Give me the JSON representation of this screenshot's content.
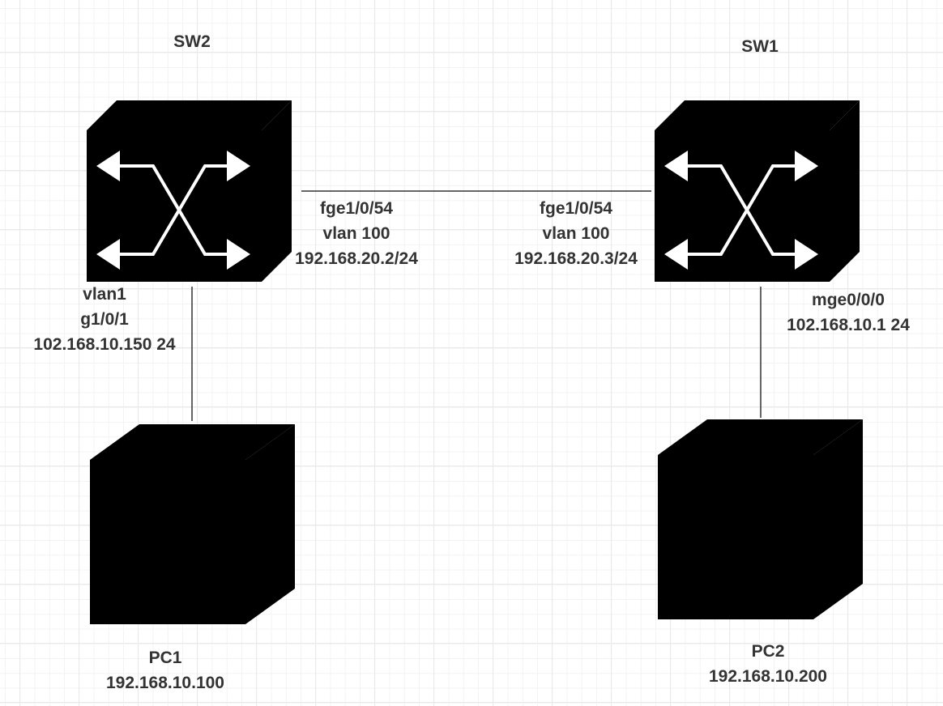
{
  "colors": {
    "device_fill": "#3679b5",
    "device_stroke": "#ffffff",
    "link": "#333333",
    "text": "#333333"
  },
  "devices": {
    "sw2": {
      "name": "SW2",
      "type": "switch"
    },
    "sw1": {
      "name": "SW1",
      "type": "switch"
    },
    "pc1": {
      "name": "PC1",
      "type": "pc",
      "ip": "192.168.10.100"
    },
    "pc2": {
      "name": "PC2",
      "type": "pc",
      "ip": "192.168.10.200"
    }
  },
  "interfaces": {
    "sw2_uplink": {
      "port": "fge1/0/54",
      "vlan": "vlan 100",
      "ip": "192.168.20.2/24"
    },
    "sw1_uplink": {
      "port": "fge1/0/54",
      "vlan": "vlan 100",
      "ip": "192.168.20.3/24"
    },
    "sw2_access": {
      "vlan": "vlan1",
      "port": "g1/0/1",
      "ip": "102.168.10.150 24"
    },
    "sw1_access": {
      "port": "mge0/0/0",
      "ip": "102.168.10.1 24"
    }
  },
  "links": [
    {
      "from": "SW2",
      "to": "SW1"
    },
    {
      "from": "SW2",
      "to": "PC1"
    },
    {
      "from": "SW1",
      "to": "PC2"
    }
  ]
}
